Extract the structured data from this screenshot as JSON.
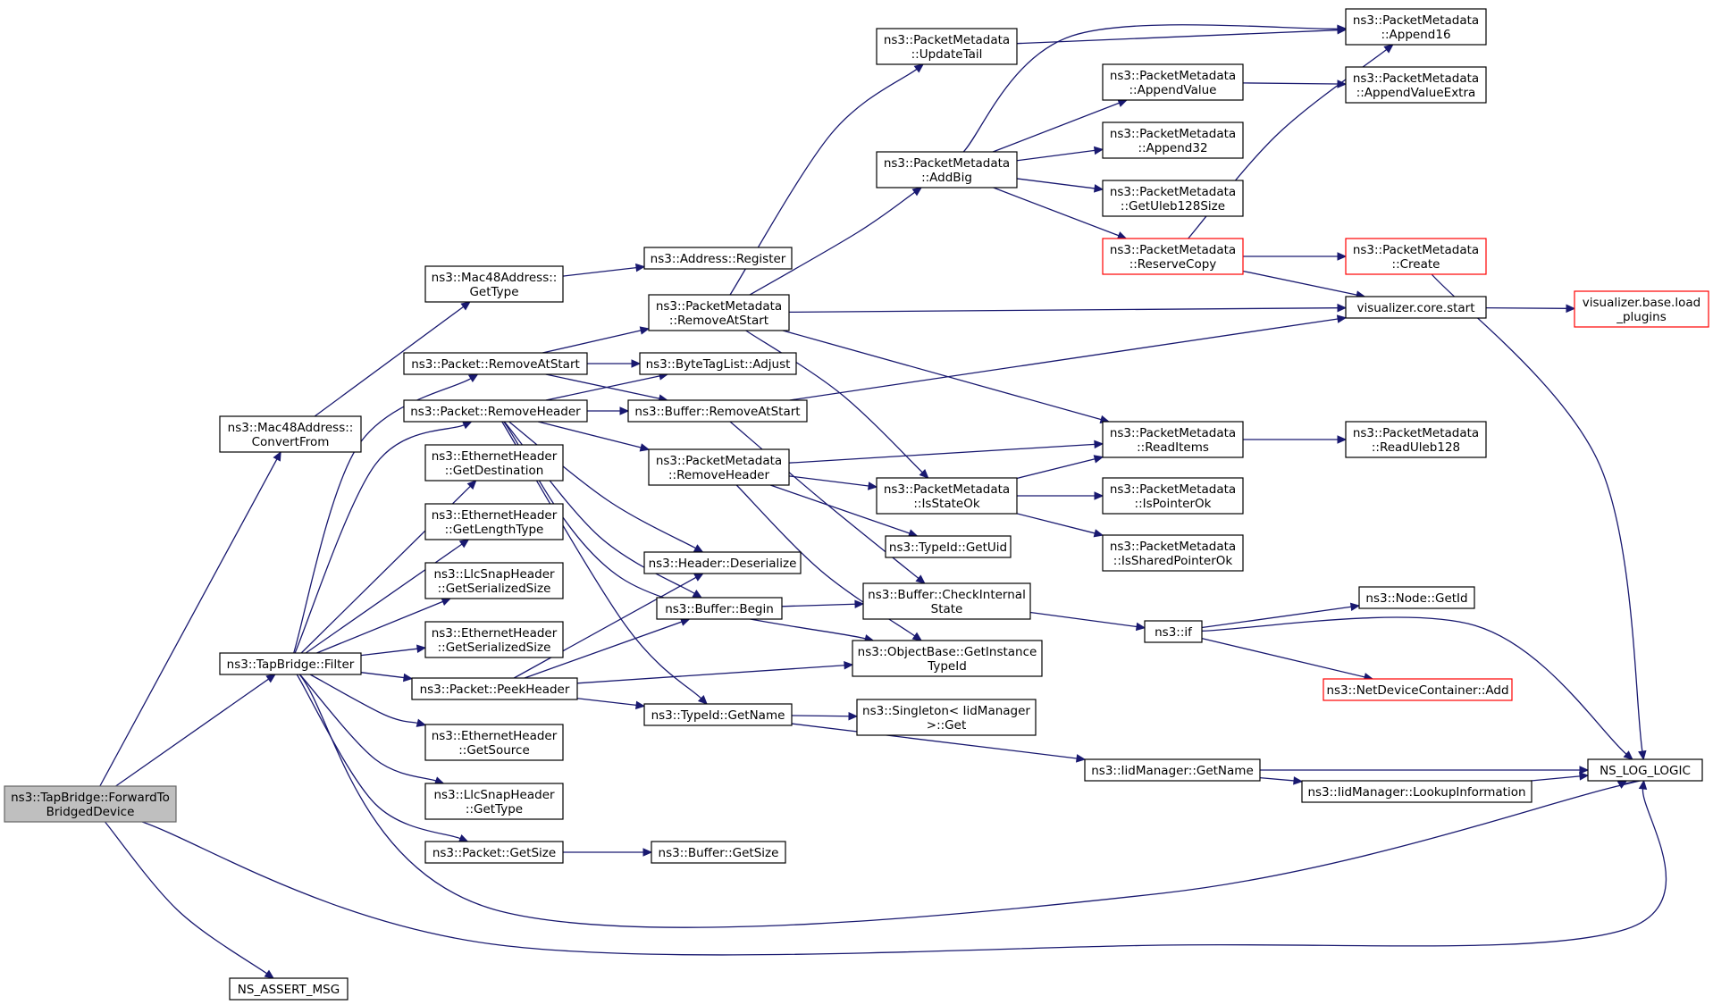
{
  "graph": {
    "colors": {
      "edge": "#191970",
      "node_border": "#000000",
      "root_fill": "#bfbfbf",
      "truncated_border": "#ff0000"
    },
    "nodes": [
      {
        "id": "root",
        "lines": [
          "ns3::TapBridge::ForwardTo",
          "BridgedDevice"
        ],
        "style": "root"
      },
      {
        "id": "mac48conv",
        "lines": [
          "ns3::Mac48Address::",
          "ConvertFrom"
        ]
      },
      {
        "id": "filter",
        "lines": [
          "ns3::TapBridge::Filter"
        ]
      },
      {
        "id": "assert",
        "lines": [
          "NS_ASSERT_MSG"
        ]
      },
      {
        "id": "mac48type",
        "lines": [
          "ns3::Mac48Address::",
          "GetType"
        ]
      },
      {
        "id": "pktRemoveAtStart",
        "lines": [
          "ns3::Packet::RemoveAtStart"
        ]
      },
      {
        "id": "pktRemoveHeader",
        "lines": [
          "ns3::Packet::RemoveHeader"
        ]
      },
      {
        "id": "ethDest",
        "lines": [
          "ns3::EthernetHeader",
          "::GetDestination"
        ]
      },
      {
        "id": "ethLenType",
        "lines": [
          "ns3::EthernetHeader",
          "::GetLengthType"
        ]
      },
      {
        "id": "llcSerSize",
        "lines": [
          "ns3::LlcSnapHeader",
          "::GetSerializedSize"
        ]
      },
      {
        "id": "ethSerSize",
        "lines": [
          "ns3::EthernetHeader",
          "::GetSerializedSize"
        ]
      },
      {
        "id": "pktPeekHeader",
        "lines": [
          "ns3::Packet::PeekHeader"
        ]
      },
      {
        "id": "ethSource",
        "lines": [
          "ns3::EthernetHeader",
          "::GetSource"
        ]
      },
      {
        "id": "llcType",
        "lines": [
          "ns3::LlcSnapHeader",
          "::GetType"
        ]
      },
      {
        "id": "pktGetSize",
        "lines": [
          "ns3::Packet::GetSize"
        ]
      },
      {
        "id": "addrRegister",
        "lines": [
          "ns3::Address::Register"
        ]
      },
      {
        "id": "pmRemoveAtStart",
        "lines": [
          "ns3::PacketMetadata",
          "::RemoveAtStart"
        ]
      },
      {
        "id": "btlAdjust",
        "lines": [
          "ns3::ByteTagList::Adjust"
        ]
      },
      {
        "id": "bufRemoveAtStart",
        "lines": [
          "ns3::Buffer::RemoveAtStart"
        ]
      },
      {
        "id": "pmRemoveHeader",
        "lines": [
          "ns3::PacketMetadata",
          "::RemoveHeader"
        ]
      },
      {
        "id": "hdrDeserialize",
        "lines": [
          "ns3::Header::Deserialize"
        ]
      },
      {
        "id": "bufBegin",
        "lines": [
          "ns3::Buffer::Begin"
        ]
      },
      {
        "id": "typeidGetName",
        "lines": [
          "ns3::TypeId::GetName"
        ]
      },
      {
        "id": "bufGetSize",
        "lines": [
          "ns3::Buffer::GetSize"
        ]
      },
      {
        "id": "pmUpdateTail",
        "lines": [
          "ns3::PacketMetadata",
          "::UpdateTail"
        ]
      },
      {
        "id": "pmAddBig",
        "lines": [
          "ns3::PacketMetadata",
          "::AddBig"
        ]
      },
      {
        "id": "pmIsStateOk",
        "lines": [
          "ns3::PacketMetadata",
          "::IsStateOk"
        ]
      },
      {
        "id": "typeidGetUid",
        "lines": [
          "ns3::TypeId::GetUid"
        ]
      },
      {
        "id": "bufCheckInternal",
        "lines": [
          "ns3::Buffer::CheckInternal",
          "State"
        ]
      },
      {
        "id": "objGetInstance",
        "lines": [
          "ns3::ObjectBase::GetInstance",
          "TypeId"
        ]
      },
      {
        "id": "singletonGet",
        "lines": [
          "ns3::Singleton< IidManager",
          ">::Get"
        ]
      },
      {
        "id": "pmAppendValue",
        "lines": [
          "ns3::PacketMetadata",
          "::AppendValue"
        ]
      },
      {
        "id": "pmAppend32",
        "lines": [
          "ns3::PacketMetadata",
          "::Append32"
        ]
      },
      {
        "id": "pmGetUleb",
        "lines": [
          "ns3::PacketMetadata",
          "::GetUleb128Size"
        ]
      },
      {
        "id": "pmReserveCopy",
        "lines": [
          "ns3::PacketMetadata",
          "::ReserveCopy"
        ],
        "style": "red"
      },
      {
        "id": "pmReadItems",
        "lines": [
          "ns3::PacketMetadata",
          "::ReadItems"
        ]
      },
      {
        "id": "pmIsPointerOk",
        "lines": [
          "ns3::PacketMetadata",
          "::IsPointerOk"
        ]
      },
      {
        "id": "pmIsSharedPointerOk",
        "lines": [
          "ns3::PacketMetadata",
          "::IsSharedPointerOk"
        ]
      },
      {
        "id": "ns3if",
        "lines": [
          "ns3::if"
        ]
      },
      {
        "id": "iidGetName",
        "lines": [
          "ns3::IidManager::GetName"
        ]
      },
      {
        "id": "pmAppend16",
        "lines": [
          "ns3::PacketMetadata",
          "::Append16"
        ]
      },
      {
        "id": "pmAppendValueExtra",
        "lines": [
          "ns3::PacketMetadata",
          "::AppendValueExtra"
        ]
      },
      {
        "id": "pmCreate",
        "lines": [
          "ns3::PacketMetadata",
          "::Create"
        ],
        "style": "red"
      },
      {
        "id": "vizStart",
        "lines": [
          "visualizer.core.start"
        ]
      },
      {
        "id": "pmReadUleb",
        "lines": [
          "ns3::PacketMetadata",
          "::ReadUleb128"
        ]
      },
      {
        "id": "nodeGetId",
        "lines": [
          "ns3::Node::GetId"
        ]
      },
      {
        "id": "ndcAdd",
        "lines": [
          "ns3::NetDeviceContainer::Add"
        ],
        "style": "red"
      },
      {
        "id": "iidLookup",
        "lines": [
          "ns3::IidManager::LookupInformation"
        ]
      },
      {
        "id": "vizLoadPlugins",
        "lines": [
          "visualizer.base.load",
          "_plugins"
        ],
        "style": "red"
      },
      {
        "id": "nsLogLogic",
        "lines": [
          "NS_LOG_LOGIC"
        ]
      }
    ],
    "edges": [
      [
        "root",
        "mac48conv"
      ],
      [
        "root",
        "filter"
      ],
      [
        "root",
        "assert"
      ],
      [
        "root",
        "nsLogLogic"
      ],
      [
        "mac48conv",
        "mac48type"
      ],
      [
        "mac48type",
        "addrRegister"
      ],
      [
        "filter",
        "pktRemoveAtStart"
      ],
      [
        "filter",
        "pktRemoveHeader"
      ],
      [
        "filter",
        "ethDest"
      ],
      [
        "filter",
        "ethLenType"
      ],
      [
        "filter",
        "llcSerSize"
      ],
      [
        "filter",
        "ethSerSize"
      ],
      [
        "filter",
        "pktPeekHeader"
      ],
      [
        "filter",
        "ethSource"
      ],
      [
        "filter",
        "llcType"
      ],
      [
        "filter",
        "pktGetSize"
      ],
      [
        "filter",
        "nsLogLogic"
      ],
      [
        "pktRemoveAtStart",
        "pmRemoveAtStart"
      ],
      [
        "pktRemoveAtStart",
        "btlAdjust"
      ],
      [
        "pktRemoveAtStart",
        "bufRemoveAtStart"
      ],
      [
        "pktRemoveHeader",
        "btlAdjust"
      ],
      [
        "pktRemoveHeader",
        "bufRemoveAtStart"
      ],
      [
        "pktRemoveHeader",
        "pmRemoveHeader"
      ],
      [
        "pktRemoveHeader",
        "hdrDeserialize"
      ],
      [
        "pktRemoveHeader",
        "bufBegin"
      ],
      [
        "pktRemoveHeader",
        "objGetInstance"
      ],
      [
        "pktRemoveHeader",
        "typeidGetName"
      ],
      [
        "pktPeekHeader",
        "hdrDeserialize"
      ],
      [
        "pktPeekHeader",
        "bufBegin"
      ],
      [
        "pktPeekHeader",
        "objGetInstance"
      ],
      [
        "pktPeekHeader",
        "typeidGetName"
      ],
      [
        "pktGetSize",
        "bufGetSize"
      ],
      [
        "pmRemoveAtStart",
        "pmUpdateTail"
      ],
      [
        "pmRemoveAtStart",
        "pmAddBig"
      ],
      [
        "pmRemoveAtStart",
        "vizStart"
      ],
      [
        "pmRemoveAtStart",
        "pmReadItems"
      ],
      [
        "pmRemoveAtStart",
        "pmIsStateOk"
      ],
      [
        "bufRemoveAtStart",
        "vizStart"
      ],
      [
        "bufRemoveAtStart",
        "bufCheckInternal"
      ],
      [
        "pmRemoveHeader",
        "pmReadItems"
      ],
      [
        "pmRemoveHeader",
        "pmIsStateOk"
      ],
      [
        "pmRemoveHeader",
        "typeidGetUid"
      ],
      [
        "pmRemoveHeader",
        "objGetInstance"
      ],
      [
        "bufBegin",
        "bufCheckInternal"
      ],
      [
        "typeidGetName",
        "singletonGet"
      ],
      [
        "typeidGetName",
        "iidGetName"
      ],
      [
        "pmUpdateTail",
        "pmAppend16"
      ],
      [
        "pmAddBig",
        "pmAppend16"
      ],
      [
        "pmAddBig",
        "pmAppendValue"
      ],
      [
        "pmAddBig",
        "pmAppend32"
      ],
      [
        "pmAddBig",
        "pmGetUleb"
      ],
      [
        "pmAddBig",
        "pmReserveCopy"
      ],
      [
        "pmAppendValue",
        "pmAppendValueExtra"
      ],
      [
        "pmReserveCopy",
        "pmAppend16"
      ],
      [
        "pmReserveCopy",
        "pmCreate"
      ],
      [
        "pmReserveCopy",
        "vizStart"
      ],
      [
        "pmCreate",
        "nsLogLogic"
      ],
      [
        "vizStart",
        "vizLoadPlugins"
      ],
      [
        "pmIsStateOk",
        "pmReadItems"
      ],
      [
        "pmIsStateOk",
        "pmIsPointerOk"
      ],
      [
        "pmIsStateOk",
        "pmIsSharedPointerOk"
      ],
      [
        "pmReadItems",
        "pmReadUleb"
      ],
      [
        "bufCheckInternal",
        "ns3if"
      ],
      [
        "ns3if",
        "nodeGetId"
      ],
      [
        "ns3if",
        "ndcAdd"
      ],
      [
        "ns3if",
        "nsLogLogic"
      ],
      [
        "iidGetName",
        "iidLookup"
      ],
      [
        "iidGetName",
        "nsLogLogic"
      ],
      [
        "iidLookup",
        "nsLogLogic"
      ]
    ]
  }
}
